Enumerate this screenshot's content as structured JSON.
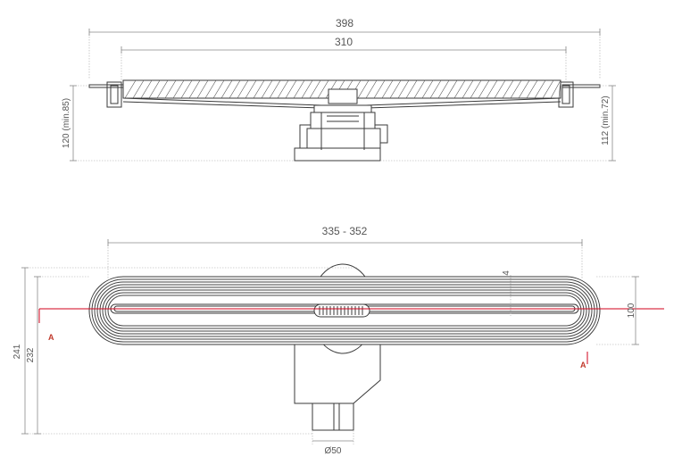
{
  "top_view": {
    "dim_total_width": "398",
    "dim_grate_width": "310",
    "dim_height_left": "120 (min.85)",
    "dim_height_right": "112 (min.72)"
  },
  "plan_view": {
    "dim_length_range": "335 - 352",
    "dim_total_height": "241",
    "dim_inner_height": "232",
    "dim_width": "100",
    "dim_outlet": "Ø50",
    "dim_slope": "4",
    "section_label_left": "A",
    "section_label_right": "A"
  },
  "colors": {
    "section_line": "#d0021b",
    "drawing_lines": "#3a3a3a",
    "dimension_lines": "#8a8a8a"
  }
}
